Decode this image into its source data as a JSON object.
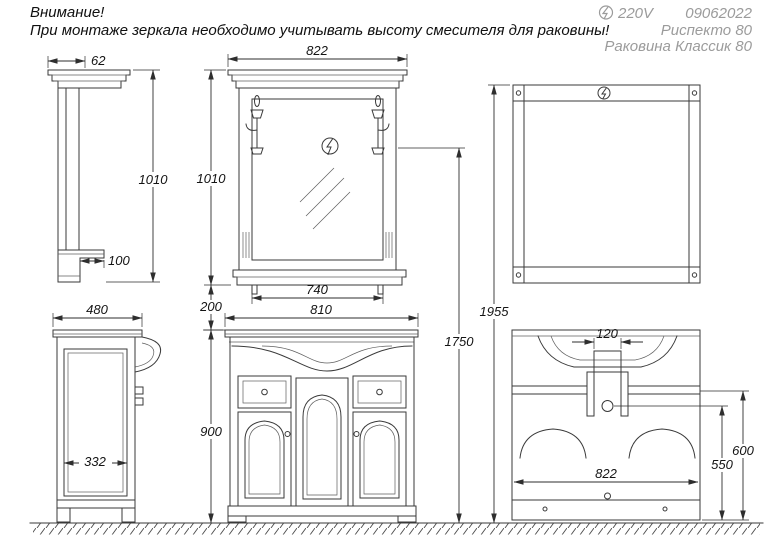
{
  "colors": {
    "line": "#3a3a3a",
    "dimension_text": "#141414",
    "muted_text": "#9b9b9b",
    "background": "#ffffff"
  },
  "icons": {
    "power": "lightning-in-circle"
  },
  "header": {
    "warning_title": "Внимание!",
    "warning_text": "При монтаже зеркала необходимо учитывать высоту смесителя для раковины!",
    "voltage": "220V",
    "date_code": "09062022",
    "model_name": "Риспекто 80",
    "sink_name": "Раковина Классик 80"
  },
  "dimensions": {
    "mirror_side": {
      "depth": "62",
      "height": "1010",
      "shelf_depth": "100"
    },
    "mirror_front": {
      "width": "822",
      "height": "1010",
      "shelf_width": "740",
      "gap_to_cabinet": "200"
    },
    "overall": {
      "total_height": "1955",
      "faucet_level": "1750"
    },
    "cabinet_side": {
      "depth": "480",
      "inner_width": "332"
    },
    "cabinet_front": {
      "width": "810",
      "height": "900"
    },
    "cabinet_back": {
      "drain_width": "120",
      "width": "822",
      "level_high": "600",
      "level_low": "550"
    }
  }
}
